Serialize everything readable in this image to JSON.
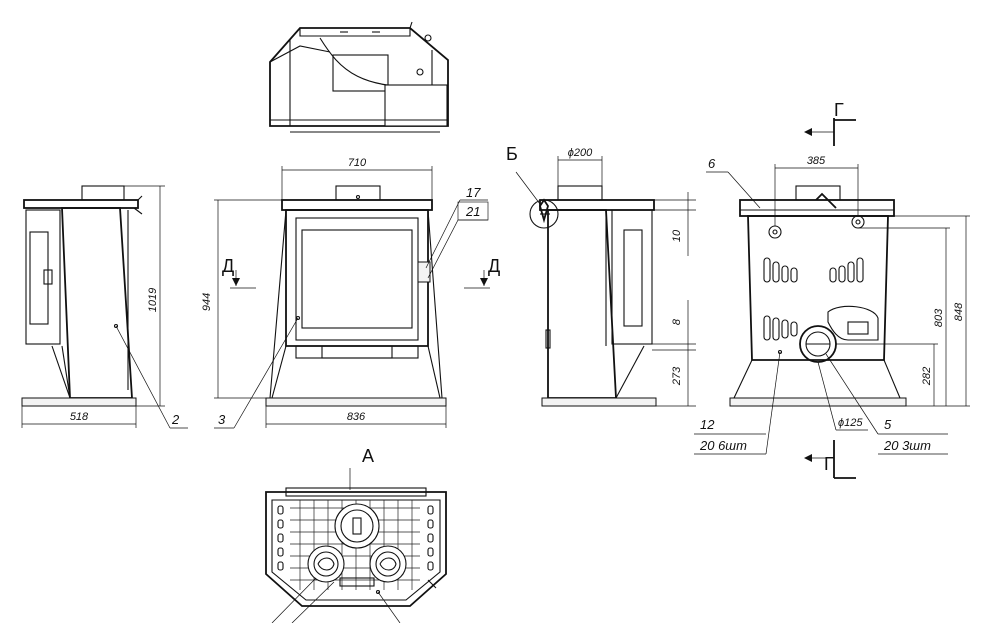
{
  "dims": {
    "d710": "710",
    "d1019": "1019",
    "d518": "518",
    "d944": "944",
    "d836": "836",
    "d200": "ϕ200",
    "d10": "10",
    "d8": "8",
    "d273": "273",
    "d385": "385",
    "d803": "803",
    "d848": "848",
    "d282": "282",
    "d125": "ϕ125"
  },
  "callouts": {
    "c2": "2",
    "c3": "3",
    "c5": "5",
    "c6": "6",
    "c12": "12",
    "c17": "17",
    "c21": "21",
    "c20a": "20 6шт",
    "c20b": "20 3шт"
  },
  "views": {
    "vA": "А",
    "vB": "Б",
    "vG1": "Г",
    "vG2": "Г",
    "vD1": "Д",
    "vD2": "Д"
  }
}
